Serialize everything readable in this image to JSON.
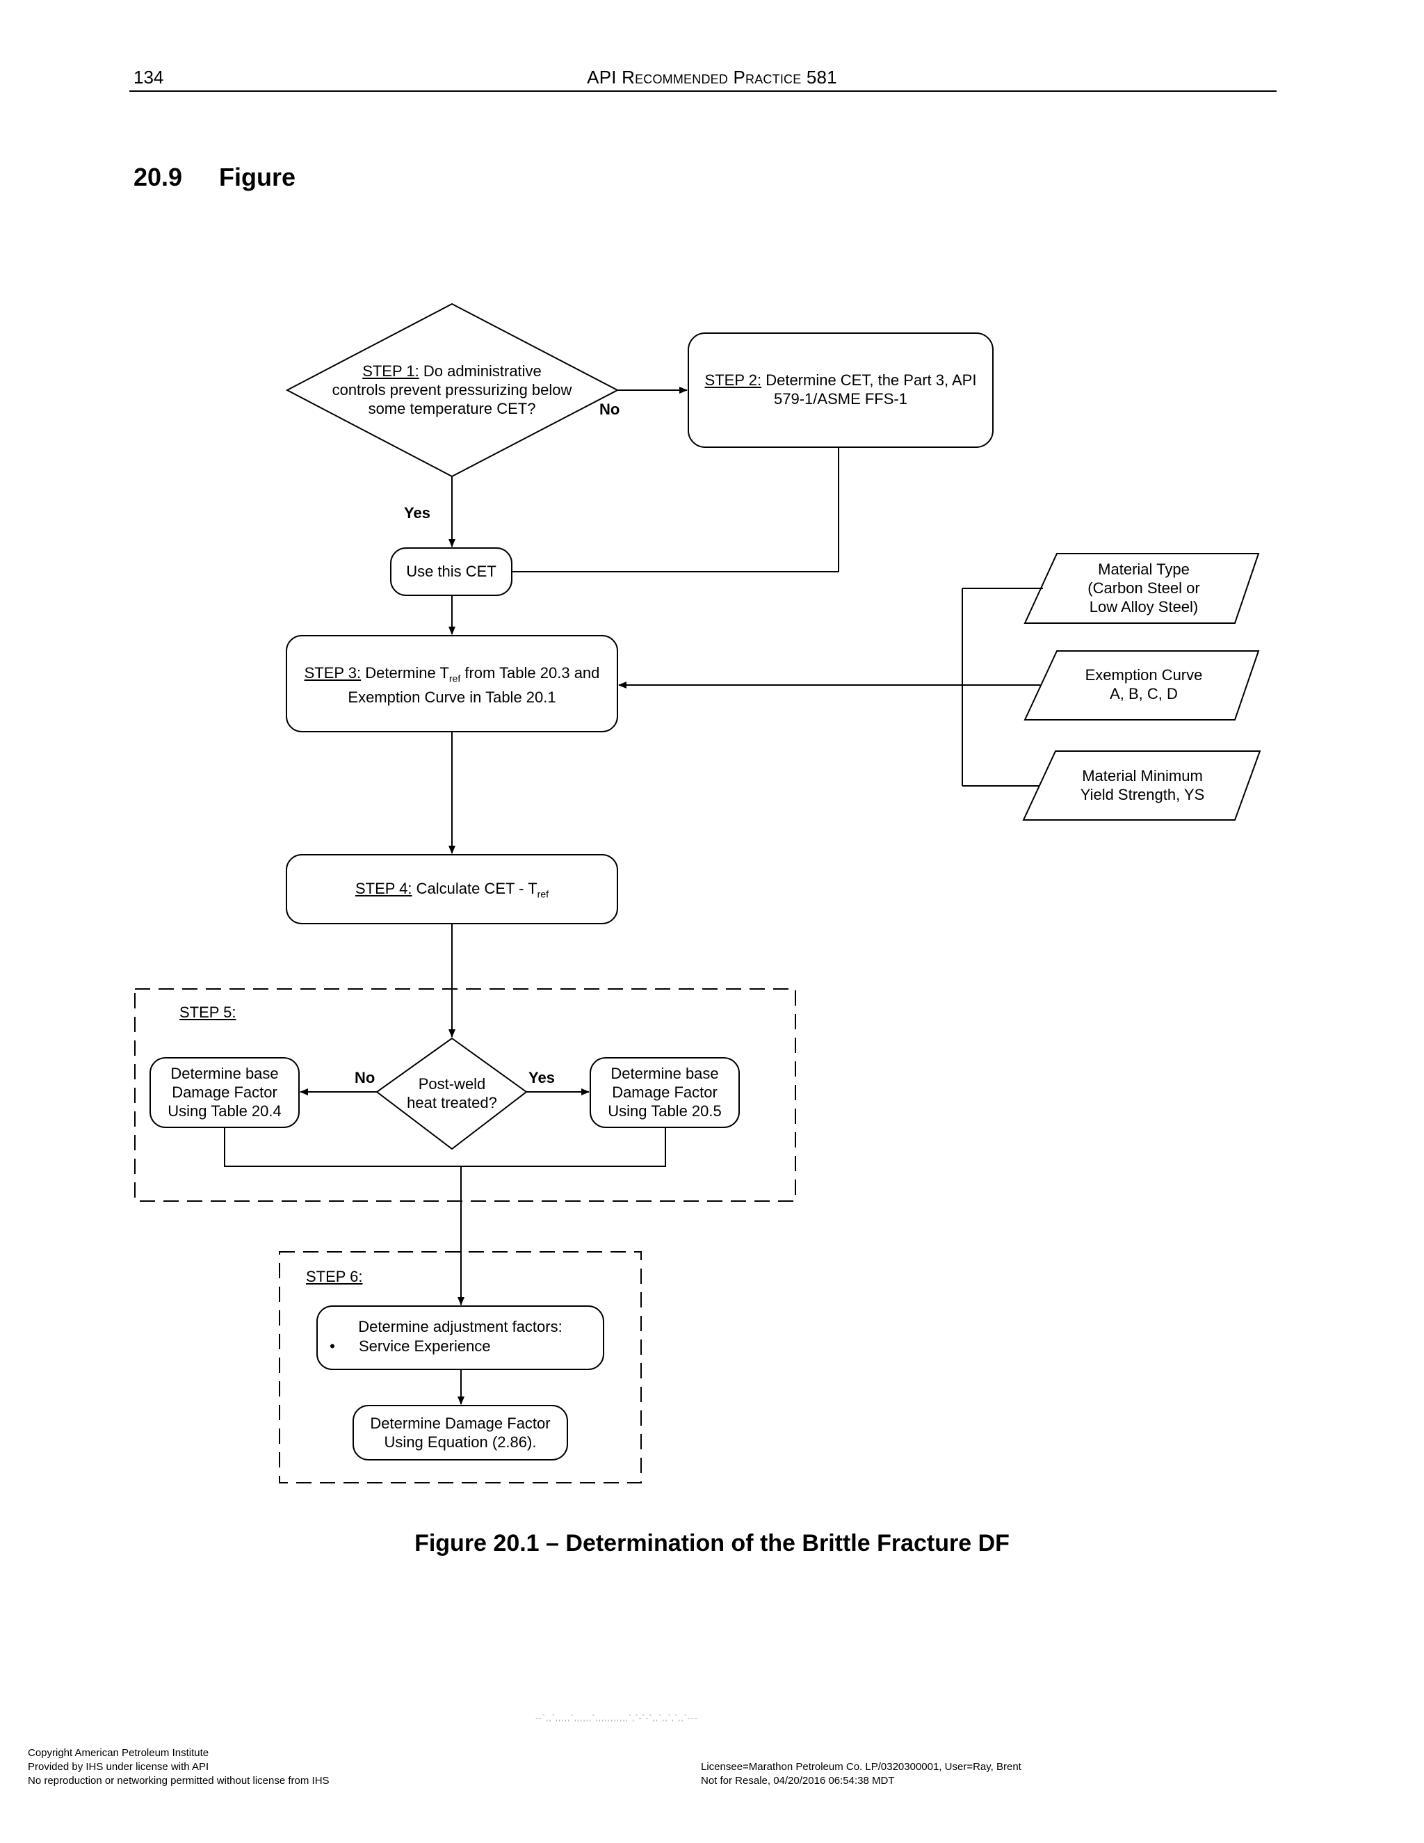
{
  "header": {
    "page_number": "134",
    "title": "API Recommended Practice 581"
  },
  "section": {
    "number": "20.9",
    "title": "Figure"
  },
  "flowchart": {
    "step1": {
      "label": "STEP 1:",
      "text_line1": "Do administrative",
      "text_line2": "controls prevent pressurizing below",
      "text_line3": "some temperature CET?"
    },
    "step1_no": "No",
    "step1_yes": "Yes",
    "step2": {
      "label": "STEP 2:",
      "text_line1": "Determine CET, the Part 3, API",
      "text_line2": "579-1/ASME FFS-1"
    },
    "use_cet": "Use this CET",
    "step3": {
      "label": "STEP 3:",
      "text_a": "Determine T",
      "sub": "ref",
      "text_b": "from Table 20.3 and",
      "text_line2": "Exemption Curve in Table 20.1"
    },
    "inputs": [
      {
        "line1": "Material Type",
        "line2": "(Carbon Steel or",
        "line3": "Low Alloy Steel)"
      },
      {
        "line1": "Exemption Curve",
        "line2": "A, B, C, D"
      },
      {
        "line1": "Material Minimum",
        "line2": "Yield Strength, YS"
      }
    ],
    "step4": {
      "label": "STEP 4:",
      "text": "Calculate CET - T",
      "sub": "ref"
    },
    "step5": {
      "label": "STEP 5:",
      "decision_line1": "Post-weld",
      "decision_line2": "heat treated?",
      "no": "No",
      "yes": "Yes",
      "left": {
        "line1": "Determine base",
        "line2": "Damage Factor",
        "line3": "Using Table 20.4"
      },
      "right": {
        "line1": "Determine base",
        "line2": "Damage Factor",
        "line3": "Using Table 20.5"
      }
    },
    "step6": {
      "label": "STEP 6:",
      "adjust_line1": "Determine adjustment factors:",
      "bullet": "•",
      "adjust_item": "Service Experience",
      "final_line1": "Determine Damage Factor",
      "final_line2": "Using Equation (2.86)."
    }
  },
  "figure_caption": "Figure 20.1 – Determination of the Brittle Fracture DF",
  "footer": {
    "noise": "--`,,`,,,,,`,,,,,,`,,,,,,,,,,,`,`-`-`,,`,,`,`,,`---",
    "left": [
      "Copyright American Petroleum Institute",
      "Provided by IHS under license with API",
      "No reproduction or networking permitted without license from IHS"
    ],
    "right": [
      "Licensee=Marathon Petroleum Co. LP/0320300001, User=Ray, Brent",
      "Not for Resale, 04/20/2016 06:54:38 MDT"
    ]
  }
}
